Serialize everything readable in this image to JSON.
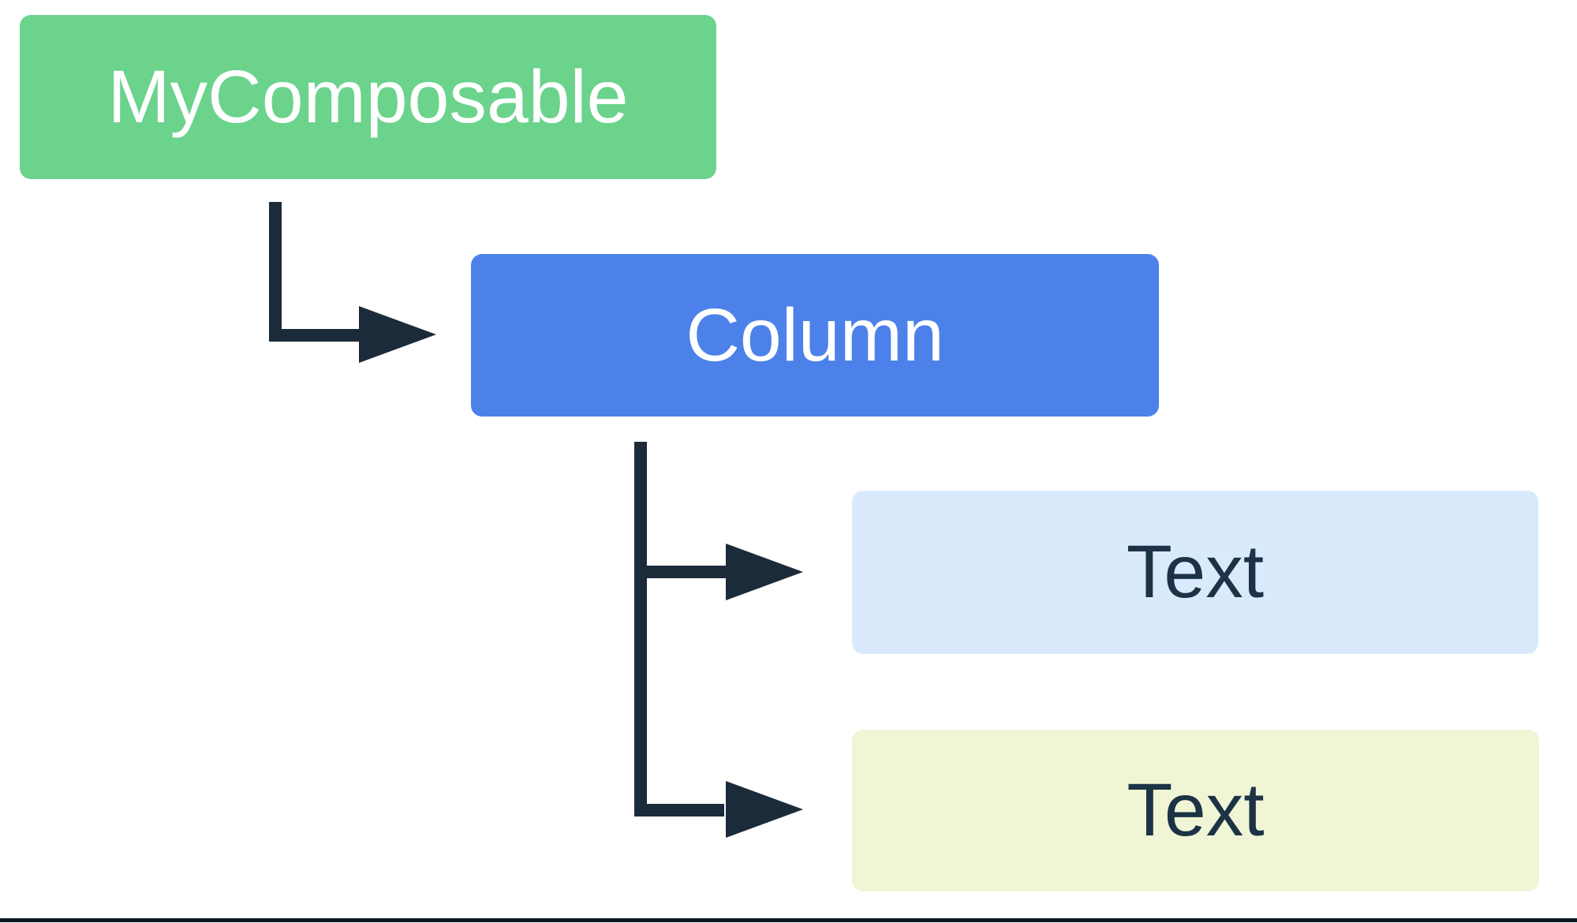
{
  "colors": {
    "canvas": "#ffffff",
    "node-green": "#6bd38c",
    "node-blue": "#4c81e9",
    "node-lightblue": "#d9eafc",
    "node-yellow": "#f0f5d5",
    "connector": "#1c2b3a",
    "label-light": "#ffffff",
    "label-dark": "#1c3245",
    "bottom-rule": "#0e1621"
  },
  "diagram": {
    "nodes": [
      {
        "id": "my-composable",
        "label": "MyComposable"
      },
      {
        "id": "column",
        "label": "Column"
      },
      {
        "id": "text-1",
        "label": "Text"
      },
      {
        "id": "text-2",
        "label": "Text"
      }
    ],
    "edges": [
      {
        "from": "MyComposable",
        "to": "Column"
      },
      {
        "from": "Column",
        "to": "Text"
      },
      {
        "from": "Column",
        "to": "Text"
      }
    ]
  }
}
